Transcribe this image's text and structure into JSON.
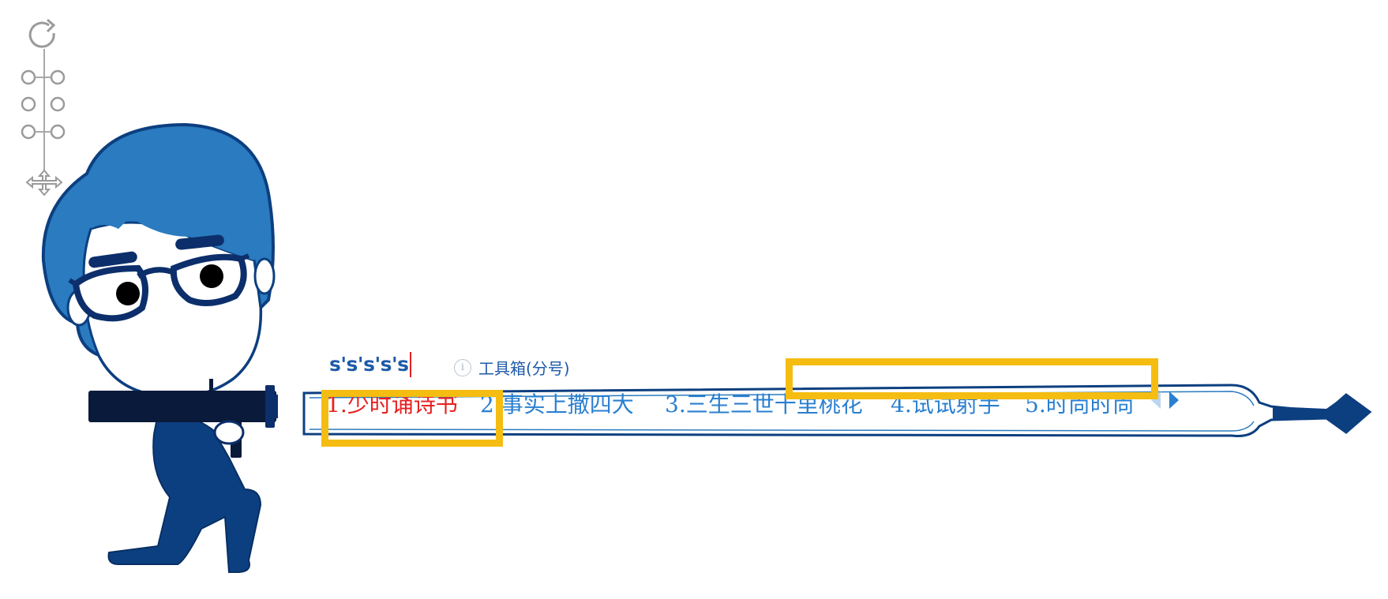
{
  "ime": {
    "pinyin_input": "s's's's's",
    "toolbox_label": "工具箱(分号)",
    "candidates": [
      {
        "label": "1.少时诵诗书",
        "state": "selected"
      },
      {
        "label": "2.事实上撒四大",
        "state": "normal"
      },
      {
        "label": "3.三生三世十里桃花",
        "state": "normal"
      },
      {
        "label": "4.试试射手",
        "state": "normal"
      },
      {
        "label": "5.时尚时尚",
        "state": "normal"
      }
    ],
    "pager": {
      "prev_icon": "triangle-left-icon",
      "next_icon": "triangle-right-icon"
    }
  },
  "selection_handles": {
    "rotate_icon": "rotate-icon",
    "move_icon": "move-arrows-icon"
  },
  "colors": {
    "pinyin": "#1e5aa8",
    "candidate": "#2a7fd0",
    "candidate_selected": "#e82020",
    "highlight": "#f5bd12",
    "skin_hair": "#2a7bbf",
    "dark_navy": "#0c2f6b"
  }
}
